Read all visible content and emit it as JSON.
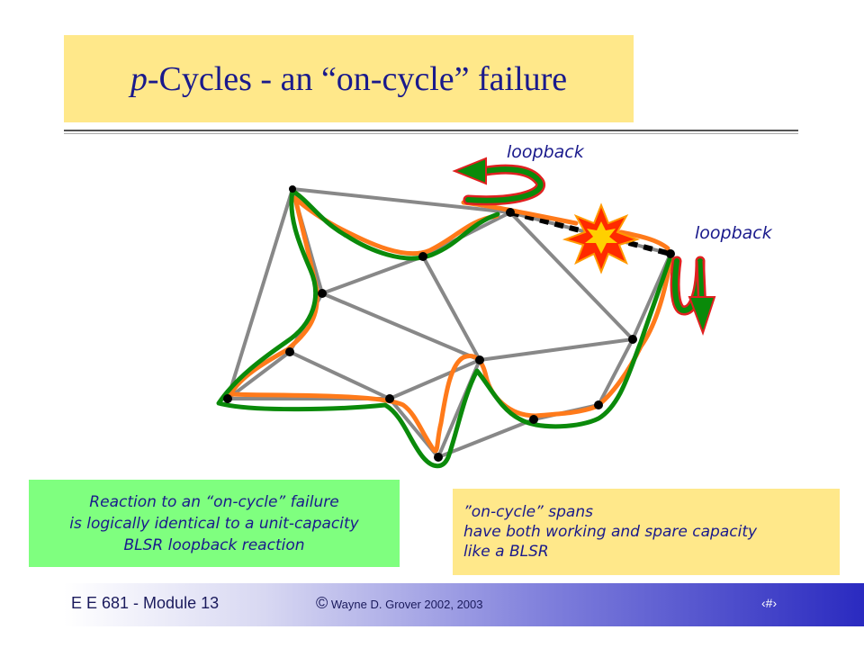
{
  "slide": {
    "title_italic": "p",
    "title_rest": "-Cycles - an “on-cycle”  failure"
  },
  "diagram": {
    "loopback_label_top": "loopback",
    "loopback_label_right": "loopback",
    "colors": {
      "span": "#888888",
      "node": "#000000",
      "working_path": "#ff7a1a",
      "protection_path": "#0a8a0a",
      "failed_span": "#000000",
      "failure_burst": "#ff2a00",
      "arrow_fill": "#0a8a0a",
      "arrow_outline": "#e02020"
    }
  },
  "notes": {
    "green_lines": [
      "Reaction to an “on-cycle” failure",
      "is logically identical to a unit-capacity",
      "BLSR loopback reaction"
    ],
    "yellow_lines": [
      "”on-cycle” spans",
      "have both working and spare capacity",
      "like a BLSR"
    ]
  },
  "footer": {
    "course": "E E 681 - Module 13",
    "copyright_symbol": "©",
    "copyright_text": " Wayne D. Grover 2002, 2003",
    "page_marker": "‹#›"
  }
}
